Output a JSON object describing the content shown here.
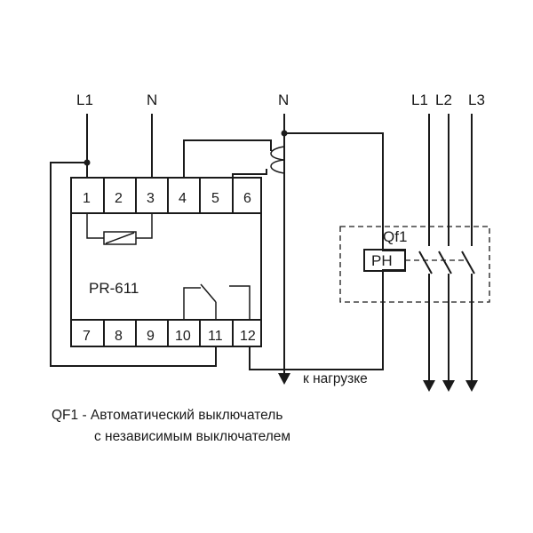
{
  "supply_labels": {
    "l1": "L1",
    "n_left": "N",
    "n_right": "N",
    "three_phase": [
      "L1",
      "L2",
      "L3"
    ]
  },
  "relay": {
    "model": "PR-611",
    "top_terminals": [
      "1",
      "2",
      "3",
      "4",
      "5",
      "6"
    ],
    "bottom_terminals": [
      "7",
      "8",
      "9",
      "10",
      "11",
      "12"
    ]
  },
  "breaker": {
    "label": "Qf1",
    "release_label": "PH"
  },
  "load_label": "к нагрузке",
  "caption": {
    "line1": "QF1 - Автоматический выключатель",
    "line2": "с независимым выключателем"
  }
}
